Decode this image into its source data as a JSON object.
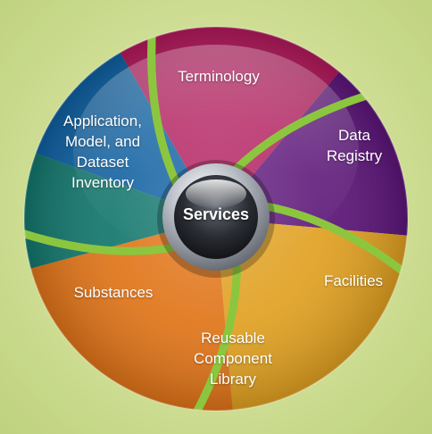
{
  "diagram": {
    "center": {
      "label": "Services"
    },
    "segments": [
      {
        "id": "terminology",
        "lines": [
          "Terminology"
        ],
        "color": "#b0185a"
      },
      {
        "id": "data-registry",
        "lines": [
          "Data",
          "Registry"
        ],
        "color": "#5b1478"
      },
      {
        "id": "facilities",
        "lines": [
          "Facilities"
        ],
        "color": "#e0a020"
      },
      {
        "id": "reusable-component-library",
        "lines": [
          "Reusable",
          "Component",
          "Library"
        ],
        "color": "#e07418"
      },
      {
        "id": "substances",
        "lines": [
          "Substances"
        ],
        "color": "#12766c"
      },
      {
        "id": "inventory",
        "lines": [
          "Application,",
          "Model, and",
          "Dataset",
          "Inventory"
        ],
        "color": "#0d5fa0"
      }
    ],
    "colors": {
      "background": "#cddc92",
      "separator": "#8cc63f",
      "hub_ring": "#c8ccd2",
      "hub_core": "#2a2d33"
    }
  }
}
